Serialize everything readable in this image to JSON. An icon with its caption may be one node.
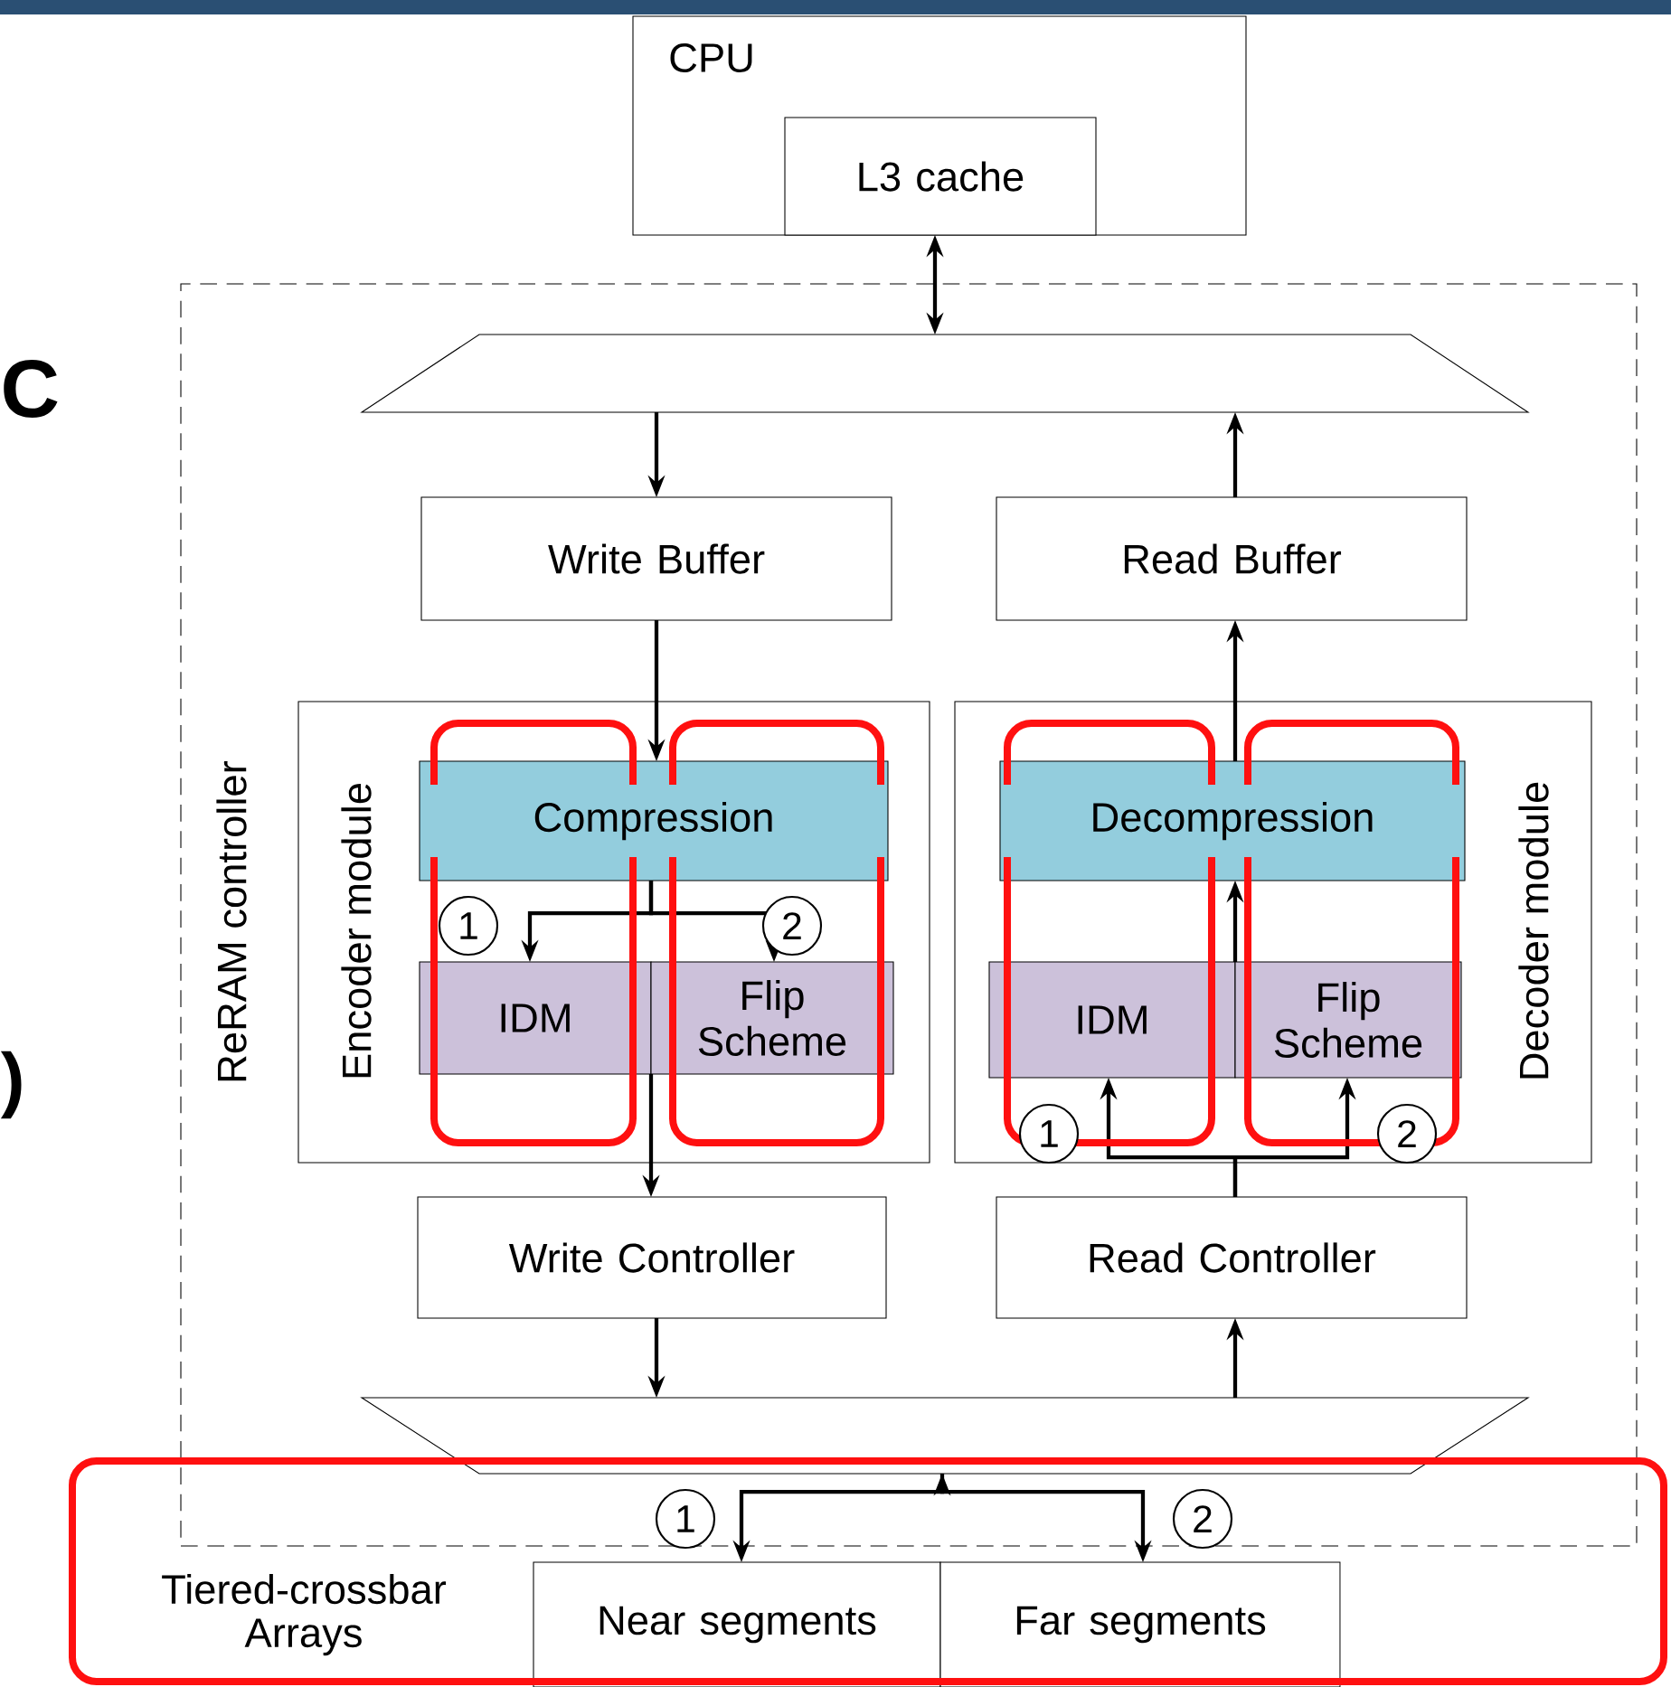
{
  "diagram": {
    "nodes": [
      {
        "text": [
          "ReRAM controller"
        ]
      },
      {
        "text": [
          "CPU"
        ]
      },
      {
        "text": [
          "L3 cache"
        ],
        "in": 1
      },
      {
        "text": [],
        "shape": "trapezoid",
        "in": 0
      },
      {
        "text": [
          "Write Buffer"
        ],
        "in": 0
      },
      {
        "text": [
          "Read Buffer"
        ],
        "in": 0
      },
      {
        "text": [
          "Encoder module"
        ],
        "in": 0
      },
      {
        "text": [
          "Compression"
        ],
        "in": 6
      },
      {
        "text": [
          "IDM"
        ],
        "in": 6
      },
      {
        "text": [
          "Flip Scheme"
        ],
        "in": 6
      },
      {
        "text": [
          "Decoder module"
        ],
        "in": 0
      },
      {
        "text": [
          "Decompression"
        ],
        "in": 10
      },
      {
        "text": [
          "IDM"
        ],
        "in": 10
      },
      {
        "text": [
          "Flip Scheme"
        ],
        "in": 10
      },
      {
        "text": [
          "Write Controller"
        ],
        "in": 0
      },
      {
        "text": [
          "Read Controller"
        ],
        "in": 0
      },
      {
        "text": [],
        "shape": "trapezoid",
        "in": 0
      },
      {
        "text": [
          "Near segments"
        ]
      },
      {
        "text": [
          "Far segments"
        ]
      }
    ],
    "edges": [
      {
        "from": 2,
        "to": 3,
        "arrow": "both"
      },
      {
        "from": 3,
        "to": 4,
        "arrow": "to"
      },
      {
        "from": 5,
        "to": 3,
        "arrow": "to"
      },
      {
        "from": 4,
        "to": 7,
        "arrow": "to"
      },
      {
        "from": 7,
        "to": 8,
        "arrow": "to"
      },
      {
        "from": 7,
        "to": 9,
        "arrow": "to"
      },
      {
        "from": 8,
        "to": 14,
        "arrow": "to"
      },
      {
        "from": 9,
        "to": 14,
        "arrow": "to"
      },
      {
        "from": 15,
        "to": 12,
        "arrow": "to"
      },
      {
        "from": 15,
        "to": 13,
        "arrow": "to"
      },
      {
        "from": 12,
        "to": 11,
        "arrow": "to"
      },
      {
        "from": 13,
        "to": 11,
        "arrow": "to"
      },
      {
        "from": 11,
        "to": 5,
        "arrow": "to"
      },
      {
        "from": 14,
        "to": 16,
        "arrow": "to"
      },
      {
        "from": 16,
        "to": 15,
        "arrow": "to"
      },
      {
        "from": 16,
        "to": 17,
        "arrow": "both"
      },
      {
        "from": 16,
        "to": 18,
        "arrow": "to"
      }
    ],
    "labels": [
      "C",
      ")",
      "1",
      "2",
      "1",
      "2",
      "1",
      "2",
      "Tiered-crossbar Arrays"
    ]
  }
}
